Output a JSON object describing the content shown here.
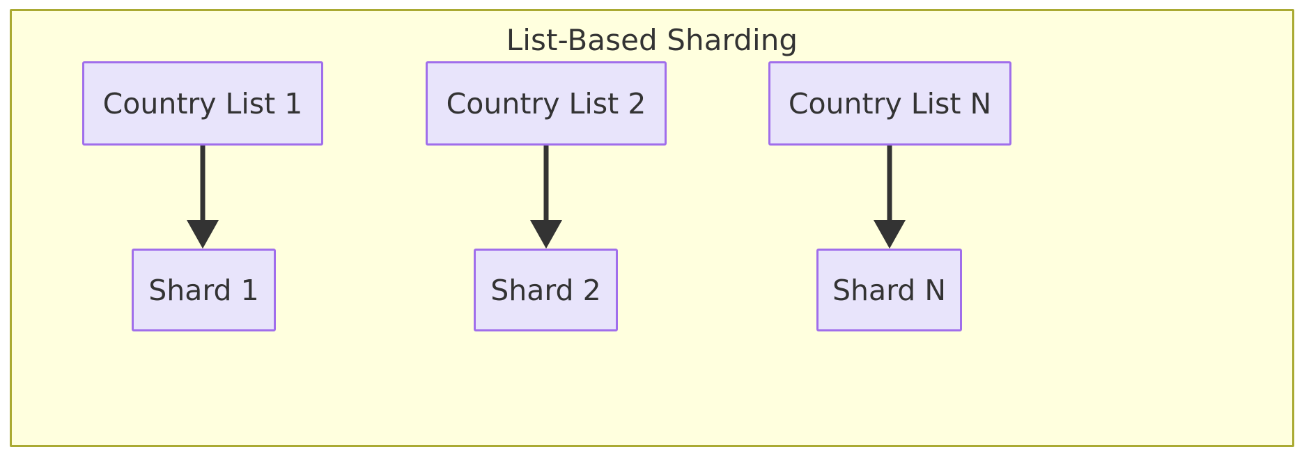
{
  "diagram": {
    "title": "List-Based Sharding",
    "type": "flowchart",
    "colors": {
      "page_background": "#ffffff",
      "subgraph_fill": "#ffffde",
      "subgraph_border": "#aaaa33",
      "node_fill": "#e8e4fb",
      "node_border": "#a06eeb",
      "text": "#333333",
      "edge": "#333333"
    },
    "nodes": [
      {
        "id": "country-list-1",
        "label": "Country List 1",
        "row": "top",
        "column": 1
      },
      {
        "id": "country-list-2",
        "label": "Country List 2",
        "row": "top",
        "column": 2
      },
      {
        "id": "country-list-n",
        "label": "Country List N",
        "row": "top",
        "column": 3
      },
      {
        "id": "shard-1",
        "label": "Shard 1",
        "row": "bottom",
        "column": 1
      },
      {
        "id": "shard-2",
        "label": "Shard 2",
        "row": "bottom",
        "column": 2
      },
      {
        "id": "shard-n",
        "label": "Shard N",
        "row": "bottom",
        "column": 3
      }
    ],
    "edges": [
      {
        "from": "country-list-1",
        "to": "shard-1",
        "label": "",
        "arrow": "down"
      },
      {
        "from": "country-list-2",
        "to": "shard-2",
        "label": "",
        "arrow": "down"
      },
      {
        "from": "country-list-n",
        "to": "shard-n",
        "label": "",
        "arrow": "down"
      }
    ]
  }
}
